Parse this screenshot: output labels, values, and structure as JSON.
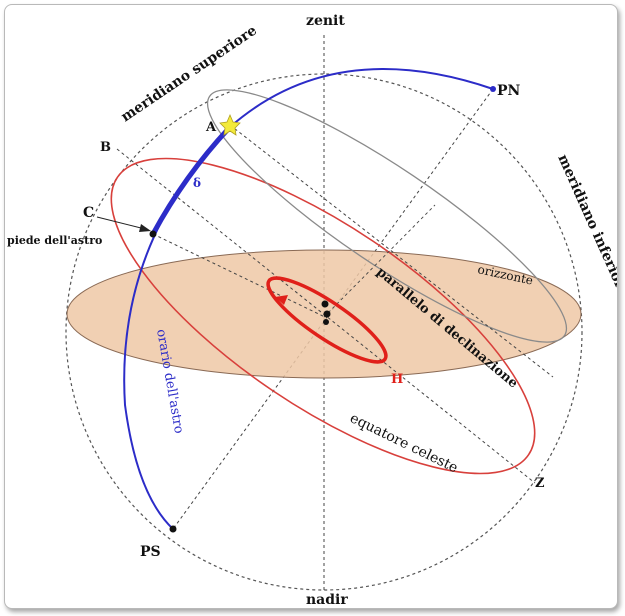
{
  "labels": {
    "zenit": "zenit",
    "nadir": "nadir",
    "meridiano_superiore": "meridiano superiore",
    "meridiano_inferiore": "meridiano inferiore",
    "pn": "PN",
    "ps": "PS",
    "a": "A",
    "b": "B",
    "c": "C",
    "z": "Z",
    "h": "H",
    "delta": "δ",
    "piede_astro": "piede dell'astro",
    "orario_astro": "orario dell'astro",
    "orizzonte": "orizzonte",
    "parallelo_declinazione": "parallelo di declinazione",
    "equatore_celeste": "equatore celeste"
  },
  "colors": {
    "horizon_fill": "#efc8a6",
    "horizon_stroke": "#8a6a55",
    "equator": "#d8403c",
    "hour_circle": "#2c2cc8",
    "parallel": "#8a8a8a",
    "star": "#f3ea3a",
    "sphere": "#555555",
    "hour_angle": "#e0201a"
  }
}
